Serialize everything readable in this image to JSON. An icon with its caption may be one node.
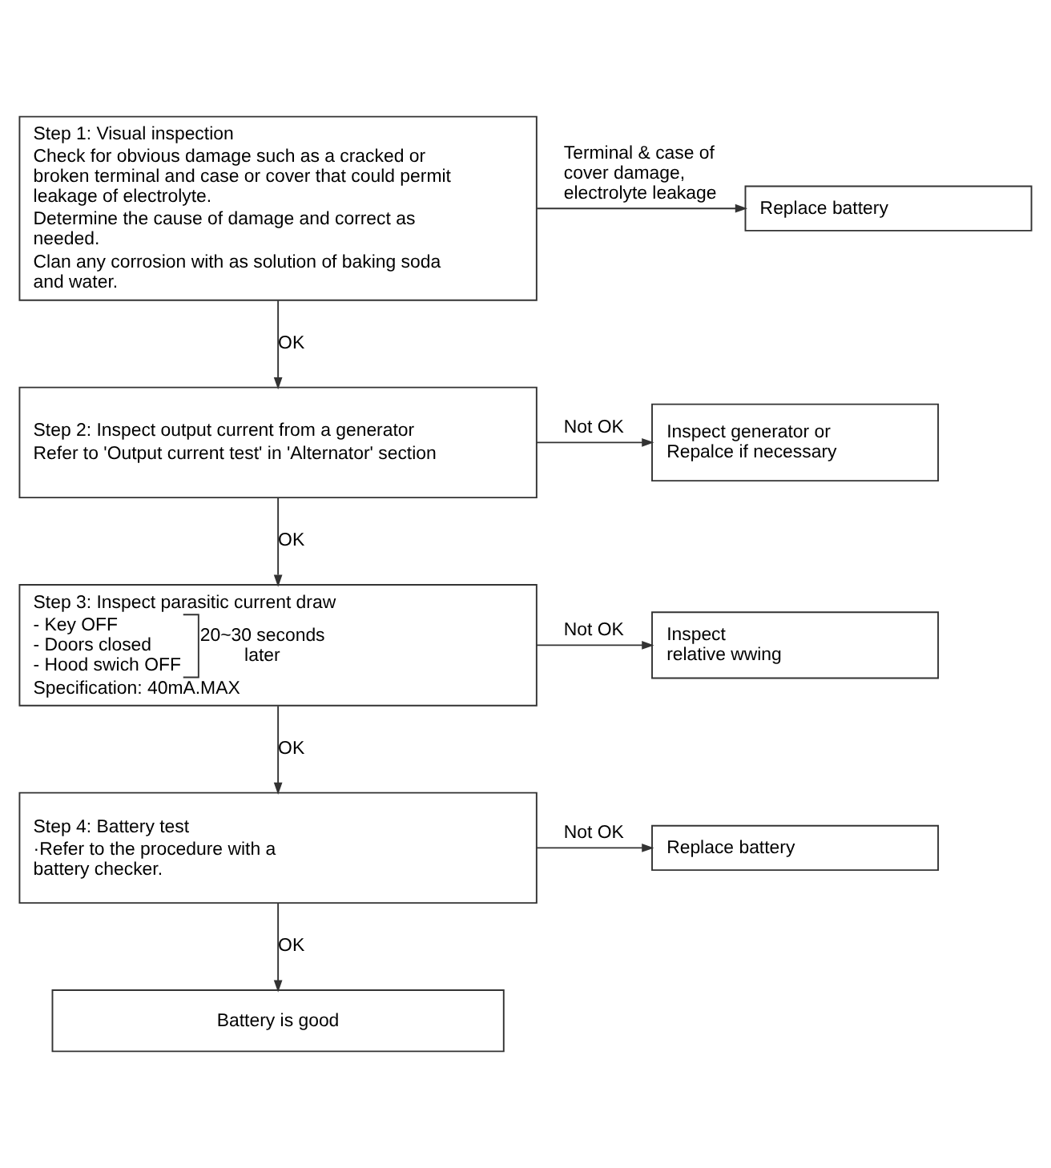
{
  "diagram": {
    "nodes": [
      {
        "text": [
          "Step 1: Visual inspection",
          "Check for obvious damage such as a cracked or broken terminal and case or cover that could permit leakage of electrolyte.",
          "Determine the cause of damage and correct as needed.",
          "Clan any corrosion with as solution of baking soda and water."
        ]
      },
      {
        "text": [
          "Replace battery"
        ]
      },
      {
        "text": [
          "Step 2: Inspect output current from a generator",
          "Refer to 'Output current test' in 'Alternator' section"
        ]
      },
      {
        "text": [
          "Inspect generator or Repalce if necessary"
        ]
      },
      {
        "text": [
          "Step 3: Inspect parasitic current draw",
          "- Key OFF",
          "- Doors closed",
          "- Hood swich OFF",
          "20~30 seconds later",
          "Specification: 40mA.MAX"
        ]
      },
      {
        "text": [
          "Inspect relative wwing"
        ]
      },
      {
        "text": [
          "Step 4: Battery test",
          "·Refer to the procedure with a battery checker."
        ]
      },
      {
        "text": [
          "Replace battery"
        ]
      },
      {
        "text": [
          "Battery is good"
        ]
      }
    ],
    "edges": [
      {
        "from": 0,
        "to": 1,
        "arrow": "to",
        "label": "Terminal & case of cover damage, electrolyte leakage"
      },
      {
        "from": 0,
        "to": 2,
        "arrow": "to",
        "label": "OK"
      },
      {
        "from": 2,
        "to": 3,
        "arrow": "to",
        "label": "Not OK"
      },
      {
        "from": 2,
        "to": 4,
        "arrow": "to",
        "label": "OK"
      },
      {
        "from": 4,
        "to": 5,
        "arrow": "to",
        "label": "Not OK"
      },
      {
        "from": 4,
        "to": 6,
        "arrow": "to",
        "label": "OK"
      },
      {
        "from": 6,
        "to": 7,
        "arrow": "to",
        "label": "Not OK"
      },
      {
        "from": 6,
        "to": 8,
        "arrow": "to",
        "label": "OK"
      }
    ]
  }
}
